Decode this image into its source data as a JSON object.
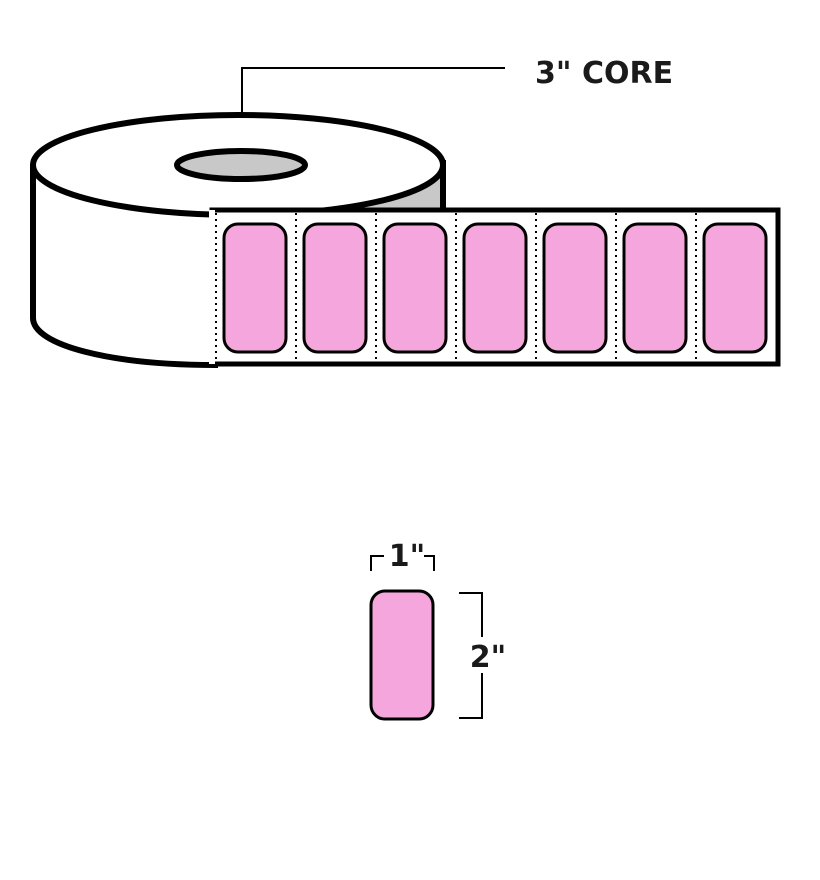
{
  "core_callout": {
    "text": "3\" CORE"
  },
  "roll": {
    "label_count": 7,
    "label_color": "#f5a6dc",
    "liner_color": "#ffffff",
    "core_inner_color": "#c8c8c8",
    "outline_color": "#000000"
  },
  "label_detail": {
    "width_text": "1\"",
    "height_text": "2\"",
    "label_color": "#f5a6dc"
  }
}
